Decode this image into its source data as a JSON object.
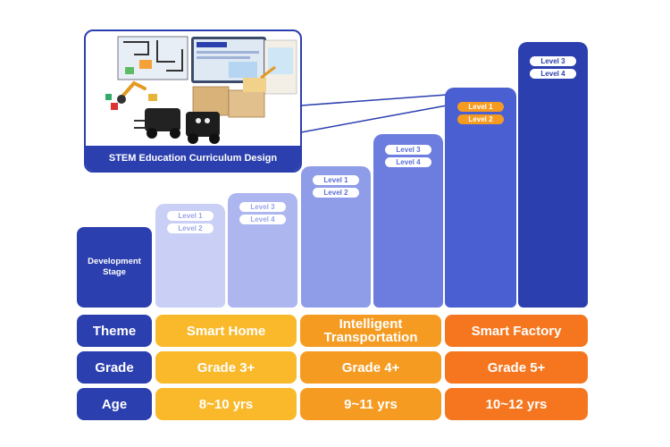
{
  "callout": {
    "caption": "STEM Education Curriculum Design"
  },
  "development_stage": "Development Stage",
  "bars": [
    {
      "levels": [
        "Level 1",
        "Level 2"
      ]
    },
    {
      "levels": [
        "Level 3",
        "Level 4"
      ]
    },
    {
      "levels": [
        "Level 1",
        "Level 2"
      ]
    },
    {
      "levels": [
        "Level 3",
        "Level 4"
      ]
    },
    {
      "levels": [
        "Level 1",
        "Level 2"
      ]
    },
    {
      "levels": [
        "Level 3",
        "Level 4"
      ]
    }
  ],
  "rows": {
    "theme": {
      "label": "Theme",
      "values": [
        "Smart Home",
        "Intelligent Transportation",
        "Smart Factory"
      ]
    },
    "grade": {
      "label": "Grade",
      "values": [
        "Grade 3+",
        "Grade 4+",
        "Grade 5+"
      ]
    },
    "age": {
      "label": "Age",
      "values": [
        "8~10 yrs",
        "9~11 yrs",
        "10~12 yrs"
      ]
    }
  },
  "colors": {
    "navy": "#2b3fae",
    "bar_shades": [
      "#c9cff5",
      "#adb6ef",
      "#8f9ce8",
      "#6c7ddf",
      "#4a5fd2",
      "#2b3fae"
    ],
    "yellow": "#f9b92b",
    "orange": "#f59b22",
    "deep_orange": "#f5761e"
  }
}
